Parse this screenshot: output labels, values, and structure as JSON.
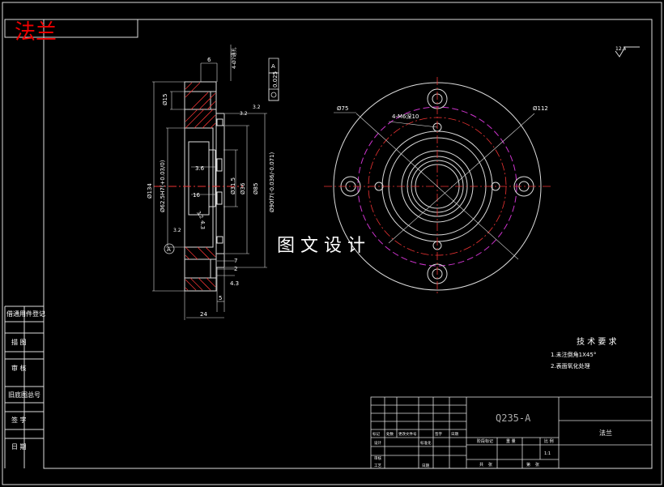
{
  "title_red": "法兰",
  "watermark": "图 文 设 计",
  "side_labels": [
    "借通用件登记",
    "描 图",
    "审 核",
    "旧底图总号",
    "签 字",
    "日 期"
  ],
  "roughness": "12.5",
  "tech_req": {
    "heading": "技 术 要 求",
    "item1": "1.未注倒角1X45°",
    "item2": "2.表面氧化处理"
  },
  "title_block": {
    "material": "Q235-A",
    "part_name": "法兰",
    "scale": "1:1",
    "sheet_label": "张",
    "scale_label": "比 例",
    "weight_label": "重 量",
    "stage_label": "阶段标记",
    "count_label": "共",
    "sheet_no_label": "第",
    "rows": [
      [
        "标记",
        "处数",
        "更改文件号",
        "签字",
        "日期"
      ],
      [
        "设计",
        "",
        "标准化",
        "",
        ""
      ],
      [
        "审核",
        "",
        "",
        "",
        ""
      ],
      [
        "工艺",
        "",
        "日期",
        "",
        ""
      ]
    ]
  },
  "section_dims": {
    "d6": "6",
    "holes": "4-Ø7通孔",
    "tol": "0.025",
    "datum": "A",
    "d15": "Ø15",
    "r32a": "3.2",
    "r32b": "3.2",
    "r32c": "3.2",
    "r32d": "3.2",
    "d134": "Ø134",
    "d625": "Ø62.5H7(+0.03/0)",
    "d36v": "3.6",
    "d16": "16",
    "d315": "Ø31.5",
    "d36": "Ø36",
    "d85": "Ø85",
    "d90": "Ø90f7(-0.036/-0.071)",
    "d7": "7",
    "d2": "2",
    "d43": "4.3",
    "d5": "5",
    "d24": "24",
    "a43": "4.3"
  },
  "front_dims": {
    "d75": "Ø75",
    "d112": "Ø112",
    "m6": "4-M6深10"
  }
}
